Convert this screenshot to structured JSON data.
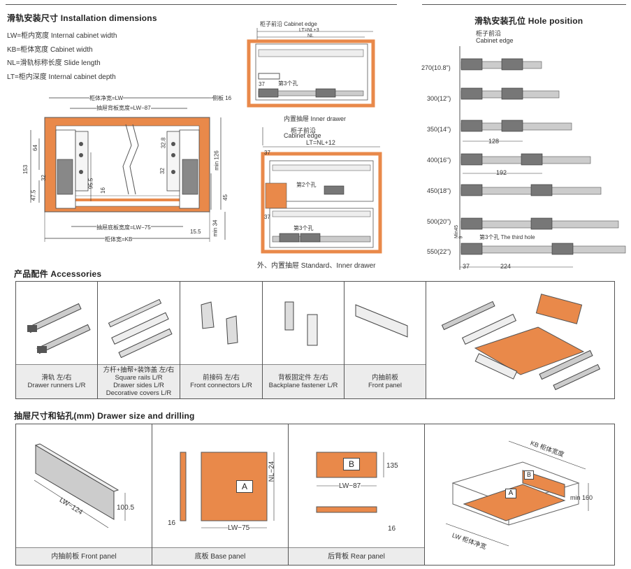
{
  "install": {
    "title": "滑轨安装尺寸 Installation dimensions",
    "defs": [
      "LW=柜内宽度  Internal cabinet width",
      "KB=柜体宽度  Cabinet width",
      "NL=滑轨标称长度  Slide length",
      "LT=柜内深度  Internal cabinet depth"
    ],
    "dim_lw": "柜体净宽=LW",
    "dim_lw87": "抽屉背板宽度=LW−87",
    "dim_side": "侧板 16",
    "dim_lw75": "抽屉底板宽度=LW−75",
    "dim_kb": "柜体宽=KB",
    "v153": "153",
    "v64": "64",
    "v475": "47.5",
    "v32": "32",
    "v955": "95.5",
    "v16": "16",
    "v328": "32.8",
    "v32b": "32",
    "vmin126": "min 126",
    "v45": "45",
    "vmin34": "min 34",
    "v155": "15.5"
  },
  "drawer_top": {
    "cabinet_edge": "柜子前沿 Cabinet edge",
    "lt": "LT=NL+3",
    "nl": "NL",
    "d37": "37",
    "hole3": "第3个孔",
    "caption": "内置抽屉 Inner drawer"
  },
  "drawer_bottom": {
    "cabinet_edge_cn": "柜子前沿",
    "cabinet_edge_en": "Cabinet edge",
    "lt": "LT=NL+12",
    "d37a": "37",
    "hole2": "第2个孔",
    "d37b": "37",
    "hole3": "第3个孔",
    "caption": "外、内置抽屉 Standard、Inner drawer"
  },
  "holes": {
    "title": "滑轨安装孔位 Hole position",
    "edge_cn": "柜子前沿",
    "edge_en": "Cabinet edge",
    "sizes": [
      "270(10.8\")",
      "300(12\")",
      "350(14\")",
      "400(16\")",
      "450(18\")",
      "500(20\")",
      "550(22\")"
    ],
    "d128": "128",
    "d192": "192",
    "d224": "224",
    "d37": "37",
    "mn45": "Min45",
    "d9": "9",
    "hole3": "第3个孔  The third hole"
  },
  "accessories": {
    "title": "产品配件 Accessories",
    "items": [
      {
        "l1": "滑轨  左/右",
        "l2": "Drawer runners  L/R",
        "l3": "",
        "l4": ""
      },
      {
        "l1": "方杆+抽帮+装饰盖  左/右",
        "l2": "Square rails  L/R",
        "l3": "Drawer sides  L/R",
        "l4": "Decorative covers  L/R"
      },
      {
        "l1": "前接码  左/右",
        "l2": "Front connectors  L/R",
        "l3": "",
        "l4": ""
      },
      {
        "l1": "背板固定件  左/右",
        "l2": "Backplane fastener  L/R",
        "l3": "",
        "l4": ""
      },
      {
        "l1": "内抽前板",
        "l2": "Front panel",
        "l3": "",
        "l4": ""
      }
    ]
  },
  "drilling": {
    "title": "抽屉尺寸和钻孔(mm)  Drawer size and drilling",
    "front": {
      "lw124": "LW−124",
      "h": "100.5",
      "caption": "内抽前板   Front panel"
    },
    "base": {
      "a": "A",
      "nl24": "NL−24",
      "lw75": "LW−75",
      "t16": "16",
      "caption": "底板   Base panel"
    },
    "rear": {
      "b": "B",
      "h": "135",
      "lw87": "LW−87",
      "t16": "16",
      "caption": "后背板   Rear panel"
    },
    "iso": {
      "kb": "KB 柜体宽度",
      "lw": "LW 柜体净宽",
      "min160": "min 160",
      "a": "A",
      "b": "B"
    }
  },
  "colors": {
    "orange": "#e9894a",
    "grey": "#777",
    "panel": "#d9d9d9"
  }
}
